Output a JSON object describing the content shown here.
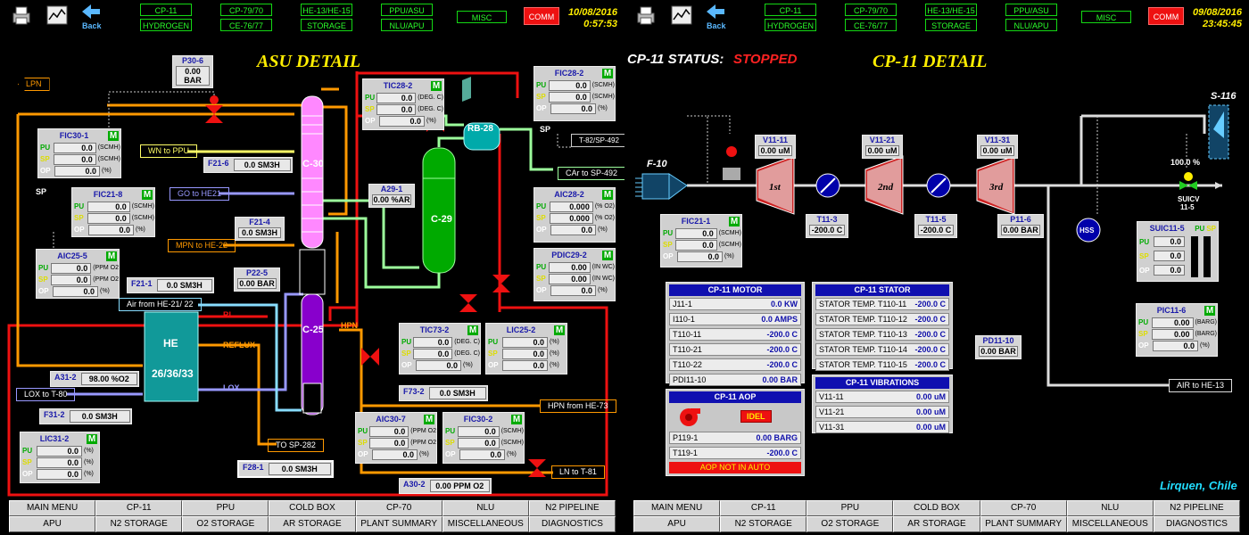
{
  "header": {
    "nav_top": [
      "CP-11",
      "CP-79/70",
      "HE-13/HE-15",
      "PPU/ASU"
    ],
    "nav_bottom": [
      "HYDROGEN",
      "CE-76/77",
      "STORAGE",
      "NLU/APU"
    ],
    "misc": "MISC",
    "comm": "COMM",
    "back": "Back",
    "left_date": "10/08/2016",
    "left_time": "0:57:53",
    "right_date": "09/08/2016",
    "right_time": "23:45:45"
  },
  "asu": {
    "title": "ASU DETAIL",
    "inline": {
      "p30_6": {
        "name": "P30-6",
        "value": "0.00 BAR"
      },
      "f21_6": {
        "name": "F21-6",
        "value": "0.0 SM3H"
      },
      "f21_4": {
        "name": "F21-4",
        "value": "0.0 SM3H"
      },
      "a29_1": {
        "name": "A29-1",
        "value": "0.00 %AR"
      },
      "f21_1": {
        "name": "F21-1",
        "value": "0.0 SM3H"
      },
      "p22_5": {
        "name": "P22-5",
        "value": "0.00 BAR"
      },
      "a31_2": {
        "name": "A31-2",
        "value": "98.00 %O2"
      },
      "f31_2": {
        "name": "F31-2",
        "value": "0.0 SM3H"
      },
      "f73_2": {
        "name": "F73-2",
        "value": "0.0 SM3H"
      },
      "f28_1": {
        "name": "F28-1",
        "value": "0.0 SM3H"
      },
      "a30_2": {
        "name": "A30-2",
        "value": "0.00 PPM O2"
      }
    },
    "controllers": {
      "fic30_1": {
        "name": "FIC30-1",
        "pu": "0.0",
        "sp": "0.0",
        "op": "0.0",
        "u1": "(SCMH)",
        "u2": "(SCMH)",
        "u3": "(%)"
      },
      "fic21_8": {
        "name": "FIC21-8",
        "pu": "0.0",
        "sp": "0.0",
        "op": "0.0",
        "u1": "(SCMH)",
        "u2": "(SCMH)",
        "u3": "(%)"
      },
      "aic25_5": {
        "name": "AIC25-5",
        "pu": "0.0",
        "sp": "0.0",
        "op": "0.0",
        "u1": "(PPM O2",
        "u2": "(PPM O2",
        "u3": "(%)"
      },
      "tic28_2": {
        "name": "TIC28-2",
        "pu": "0.0",
        "sp": "0.0",
        "op": "0.0",
        "u1": "(DEG. C)",
        "u2": "(DEG. C)",
        "u3": "(%)"
      },
      "fic28_2": {
        "name": "FIC28-2",
        "pu": "0.0",
        "sp": "0.0",
        "op": "0.0",
        "u1": "(SCMH)",
        "u2": "(SCMH)",
        "u3": "(%)"
      },
      "aic28_2": {
        "name": "AIC28-2",
        "pu": "0.000",
        "sp": "0.000",
        "op": "0.0",
        "u1": "(% O2)",
        "u2": "(% O2)",
        "u3": "(%)"
      },
      "pdic29_2": {
        "name": "PDIC29-2",
        "pu": "0.00",
        "sp": "0.00",
        "op": "0.0",
        "u1": "(IN WC)",
        "u2": "(IN WC)",
        "u3": "(%)"
      },
      "tic73_2": {
        "name": "TIC73-2",
        "pu": "0.0",
        "sp": "0.0",
        "op": "0.0",
        "u1": "(DEG. C)",
        "u2": "(DEG. C)",
        "u3": "(%)"
      },
      "lic25_2": {
        "name": "LIC25-2",
        "pu": "0.0",
        "sp": "0.0",
        "op": "0.0",
        "u1": "(%)",
        "u2": "(%)",
        "u3": "(%)"
      },
      "aic30_7": {
        "name": "AIC30-7",
        "pu": "0.0",
        "sp": "0.0",
        "op": "0.0",
        "u1": "(PPM O2",
        "u2": "(PPM O2",
        "u3": "(%)"
      },
      "fic30_2": {
        "name": "FIC30-2",
        "pu": "0.0",
        "sp": "0.0",
        "op": "0.0",
        "u1": "(SCMH)",
        "u2": "(SCMH)",
        "u3": "(%)"
      },
      "lic31_2": {
        "name": "LIC31-2",
        "pu": "0.0",
        "sp": "0.0",
        "op": "0.0",
        "u1": "(%)",
        "u2": "(%)",
        "u3": "(%)"
      }
    },
    "streams": {
      "lpn": "LPN",
      "wn_ppu": "WN to PPU",
      "go_he21": "GO to HE21",
      "mpn_he22": "MPN to HE-22",
      "air_he": "Air from HE-21/ 22",
      "lox_t80": "LOX to T-80",
      "car_sp492": "CAr to SP-492",
      "t82": "T-82/SP-492",
      "hpn_he73": "HPN from HE-73",
      "to_sp282": "TO SP-282",
      "ln_t81": "LN to T-81"
    },
    "labels": {
      "c30": "C-30",
      "c29": "C-29",
      "c25": "C-25",
      "rb28": "RB-28",
      "he": "HE",
      "he_num": "26/36/33",
      "rl": "RL",
      "reflux": "REFLUX",
      "lox": "LOX",
      "hpn": "HPN",
      "sp1": "SP",
      "sp2": "SP"
    }
  },
  "cp11": {
    "status_label": "CP-11 STATUS:",
    "status_value": "STOPPED",
    "title": "CP-11 DETAIL",
    "f10": "F-10",
    "s116": "S-116",
    "stages": [
      "1st",
      "2nd",
      "3rd"
    ],
    "inline": {
      "v11_11": {
        "name": "V11-11",
        "value": "0.00 uM"
      },
      "v11_21": {
        "name": "V11-21",
        "value": "0.00 uM"
      },
      "v11_31": {
        "name": "V11-31",
        "value": "0.00 uM"
      },
      "t11_3": {
        "name": "T11-3",
        "value": "-200.0 C"
      },
      "t11_5": {
        "name": "T11-5",
        "value": "-200.0 C"
      },
      "p11_6": {
        "name": "P11-6",
        "value": "0.00 BAR"
      },
      "pd11_10": {
        "name": "PD11-10",
        "value": "0.00 BAR"
      }
    },
    "suicv": {
      "pct": "100.0 %",
      "name": "SUICV",
      "num": "11-5"
    },
    "hss": "HSS",
    "air_he13": "AIR to HE-13",
    "controllers": {
      "fic21_1": {
        "name": "FIC21-1",
        "pu": "0.0",
        "sp": "0.0",
        "op": "0.0",
        "u1": "(SCMH)",
        "u2": "(SCMH)",
        "u3": "(%)"
      },
      "pic11_6": {
        "name": "PIC11-6",
        "pu": "0.00",
        "sp": "0.00",
        "op": "0.0",
        "u1": "(BARG)",
        "u2": "(BARG)",
        "u3": "(%)"
      }
    },
    "suic11_5": {
      "name": "SUIC11-5",
      "pu_lbl": "PU",
      "sp_lbl": "SP",
      "pu": "0.0",
      "sp": "0.0",
      "op": "0.0"
    },
    "motor": {
      "title": "CP-11 MOTOR",
      "rows": [
        [
          "J11-1",
          "0.0 KW"
        ],
        [
          "I110-1",
          "0.0 AMPS"
        ],
        [
          "T110-11",
          "-200.0 C"
        ],
        [
          "T110-21",
          "-200.0 C"
        ],
        [
          "T110-22",
          "-200.0 C"
        ],
        [
          "PDI11-10",
          "0.00 BAR"
        ]
      ]
    },
    "stator": {
      "title": "CP-11 STATOR",
      "rows": [
        [
          "STATOR TEMP. T110-11",
          "-200.0 C"
        ],
        [
          "STATOR TEMP. T110-12",
          "-200.0 C"
        ],
        [
          "STATOR TEMP. T110-13",
          "-200.0 C"
        ],
        [
          "STATOR TEMP. T110-14",
          "-200.0 C"
        ],
        [
          "STATOR TEMP. T110-15",
          "-200.0 C"
        ]
      ]
    },
    "vibrations": {
      "title": "CP-11 VIBRATIONS",
      "rows": [
        [
          "V11-11",
          "0.00 uM"
        ],
        [
          "V11-21",
          "0.00 uM"
        ],
        [
          "V11-31",
          "0.00 uM"
        ]
      ]
    },
    "aop": {
      "title": "CP-11 AOP",
      "idle": "IDEL",
      "rows": [
        [
          "P119-1",
          "0.00 BARG"
        ],
        [
          "T119-1",
          "-200.0 C"
        ]
      ],
      "alarm": "AOP NOT IN AUTO"
    },
    "location": "Lirquen, Chile"
  },
  "menu": {
    "row1": [
      "MAIN MENU",
      "CP-11",
      "PPU",
      "COLD BOX",
      "CP-70",
      "NLU",
      "N2 PIPELINE"
    ],
    "row2": [
      "APU",
      "N2 STORAGE",
      "O2 STORAGE",
      "AR STORAGE",
      "PLANT SUMMARY",
      "MISCELLANEOUS",
      "DIAGNOSTICS"
    ]
  },
  "colors": {
    "pipe_orange": "#ff9900",
    "pipe_green": "#9dff9d",
    "pipe_red": "#ee1111",
    "pipe_blue": "#9898ff",
    "pipe_cyan": "#88ddff",
    "title_yellow": "#ffee00",
    "status_red": "#ff2222"
  }
}
